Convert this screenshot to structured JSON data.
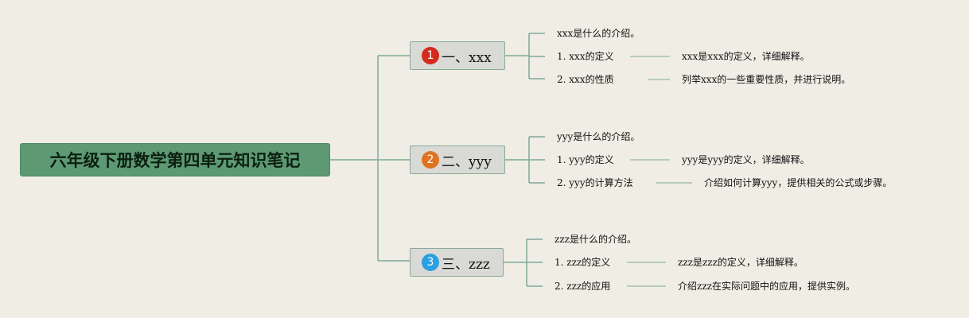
{
  "root": {
    "title": "六年级下册数学第四单元知识笔记"
  },
  "branches": [
    {
      "badge": "1",
      "badge_color": "#d42b1e",
      "label": "一、xxx",
      "intro": "xxx是什么的介绍。",
      "items": [
        {
          "label": "1. xxx的定义",
          "detail": "xxx是xxx的定义，详细解释。"
        },
        {
          "label": "2. xxx的性质",
          "detail": "列举xxx的一些重要性质，并进行说明。"
        }
      ]
    },
    {
      "badge": "2",
      "badge_color": "#e07320",
      "label": "二、yyy",
      "intro": "yyy是什么的介绍。",
      "items": [
        {
          "label": "1. yyy的定义",
          "detail": "yyy是yyy的定义，详细解释。"
        },
        {
          "label": "2. yyy的计算方法",
          "detail": "介绍如何计算yyy，提供相关的公式或步骤。"
        }
      ]
    },
    {
      "badge": "3",
      "badge_color": "#2b9fe0",
      "label": "三、zzz",
      "intro": "zzz是什么的介绍。",
      "items": [
        {
          "label": "1. zzz的定义",
          "detail": "zzz是zzz的定义，详细解释。"
        },
        {
          "label": "2. zzz的应用",
          "detail": "介绍zzz在实际问题中的应用，提供实例。"
        }
      ]
    }
  ]
}
